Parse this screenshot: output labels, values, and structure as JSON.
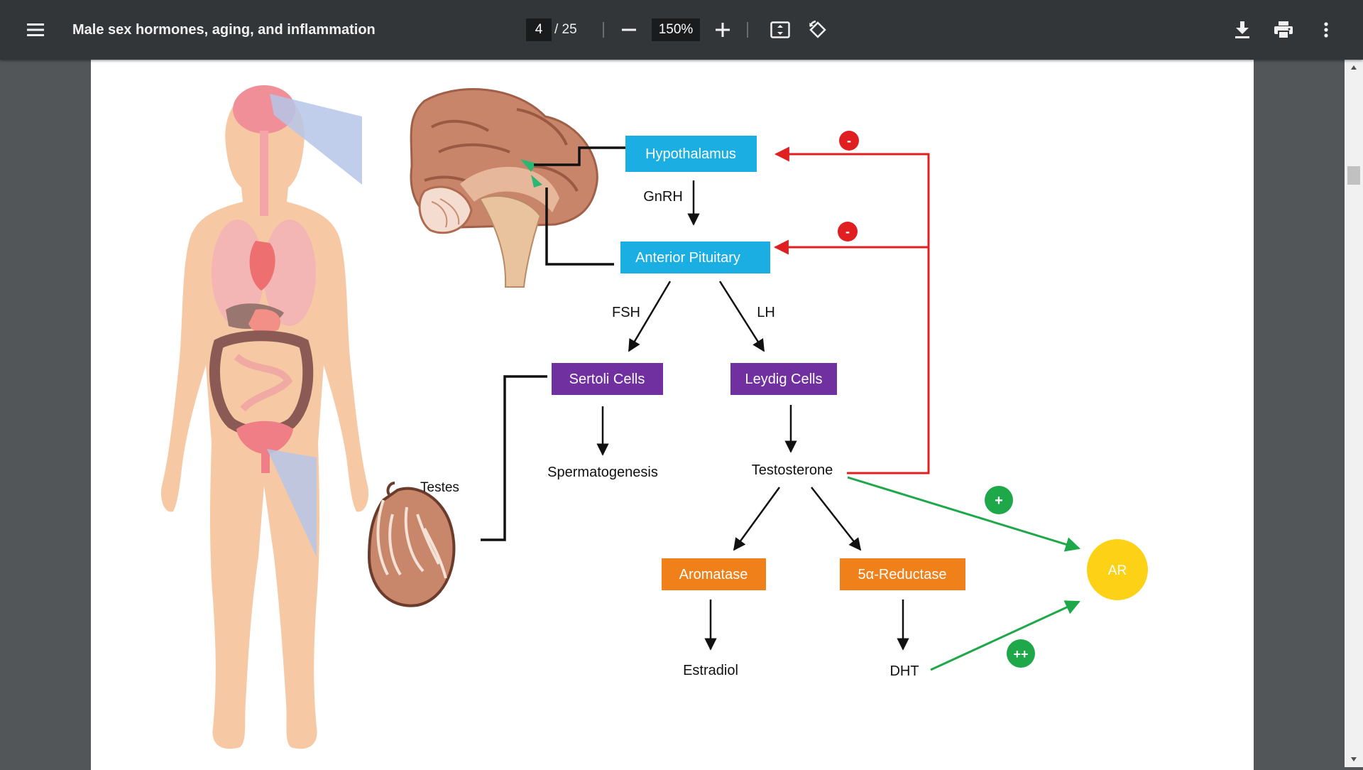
{
  "toolbar": {
    "title": "Male sex hormones, aging, and inflammation",
    "page_current": "4",
    "page_total": "/ 25",
    "zoom": "150%"
  },
  "icons": {
    "menu": "menu-icon",
    "zoom_out": "minus-icon",
    "zoom_in": "plus-icon",
    "fit": "fit-to-page-icon",
    "rotate": "rotate-icon",
    "download": "download-icon",
    "print": "print-icon",
    "more": "more-vert-icon"
  },
  "colors": {
    "toolbar_bg": "#323639",
    "viewer_bg": "#525659",
    "blue_box": "#1aaee3",
    "purple_box": "#7030a0",
    "orange_box": "#f0801a",
    "ar_circle": "#fcd116",
    "inhibit_red": "#e02020",
    "stimulate_green": "#1ea84a"
  },
  "diagram": {
    "boxes": {
      "hypothalamus": "Hypothalamus",
      "anterior_pituitary": "Anterior Pituitary",
      "sertoli": "Sertoli Cells",
      "leydig": "Leydig Cells",
      "aromatase": "Aromatase",
      "reductase": "5α-Reductase",
      "ar": "AR"
    },
    "labels": {
      "gnrh": "GnRH",
      "fsh": "FSH",
      "lh": "LH",
      "spermatogenesis": "Spermatogenesis",
      "testosterone": "Testosterone",
      "estradiol": "Estradiol",
      "dht": "DHT",
      "testes": "Testes"
    },
    "signs": {
      "minus_top": "-",
      "minus_bottom": "-",
      "plus": "+",
      "plusplus": "++"
    }
  }
}
